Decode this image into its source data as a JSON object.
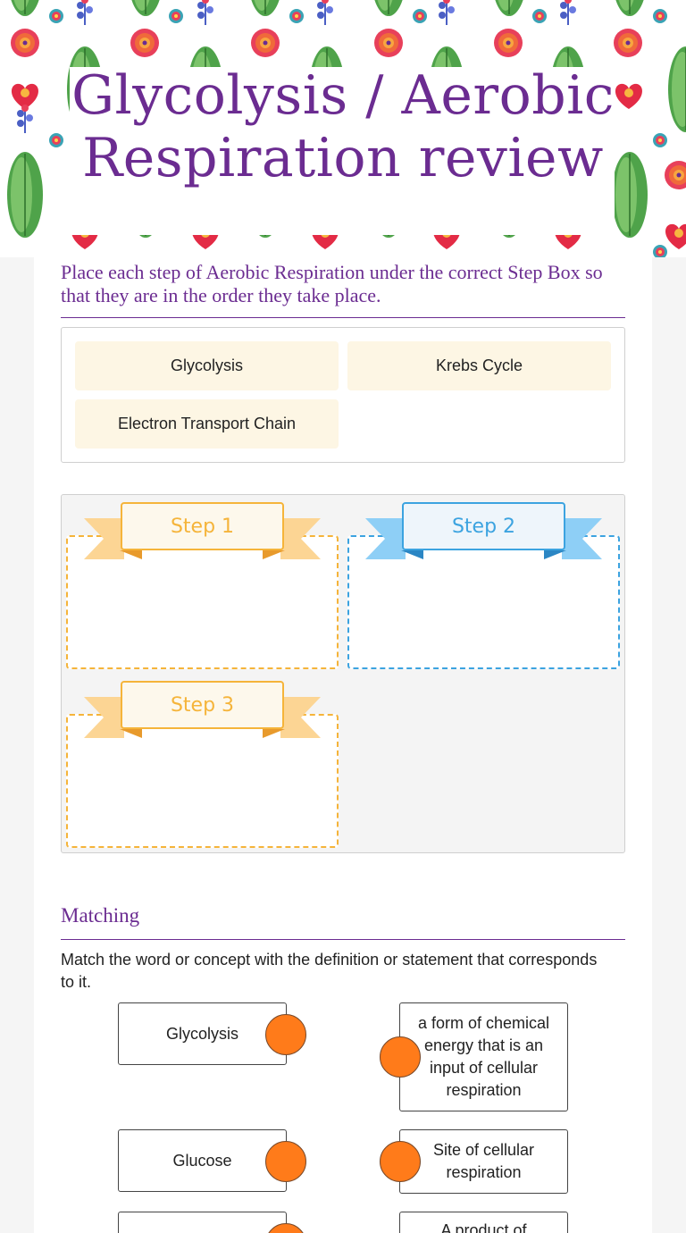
{
  "header": {
    "title_line1": "Glycolysis / Aerobic",
    "title_line2": "Respiration review"
  },
  "ordering": {
    "instruction": "Place each step of Aerobic Respiration under the correct Step Box so that they are in the order they take place.",
    "bank_items": [
      "Glycolysis",
      "Krebs Cycle",
      "Electron Transport Chain"
    ],
    "steps": [
      "Step 1",
      "Step 2",
      "Step 3"
    ]
  },
  "matching": {
    "title": "Matching",
    "instruction": "Match the word or concept with the definition or statement that corresponds to it.",
    "left": [
      "Glycolysis",
      "Glucose",
      ""
    ],
    "right": [
      "a form of chemical energy that is an input of cellular respiration",
      "Site of cellular respiration",
      "A product of"
    ]
  },
  "colors": {
    "title": "#6b2c91",
    "step_yellow": "#f5b43a",
    "step_blue": "#3ca3e0",
    "match_dot": "#ff7b1a"
  }
}
